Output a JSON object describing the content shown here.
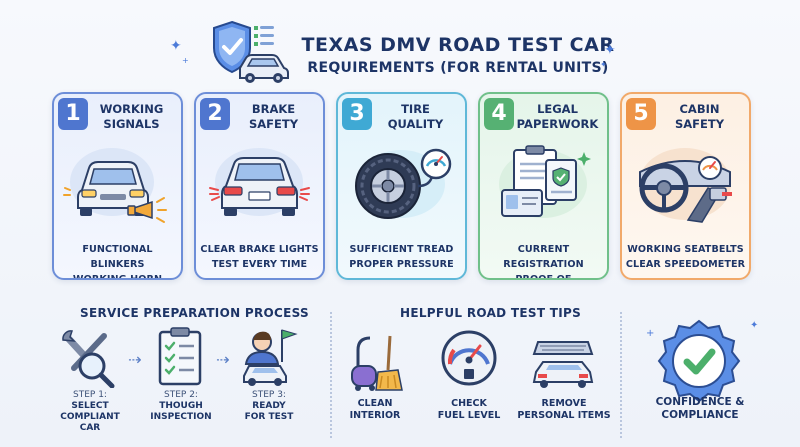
{
  "header": {
    "title_line1": "TEXAS DMV ROAD TEST CAR",
    "title_line2": "REQUIREMENTS (FOR RENTAL UNITS)",
    "logo_icon": "shield-check-car-icon"
  },
  "cards": [
    {
      "number": "1",
      "title": "WORKING SIGNALS",
      "line1": "FUNCTIONAL BLINKERS",
      "line2": "WORKING HORN",
      "icon": "car-front-horn-icon",
      "color": "#4f76cf"
    },
    {
      "number": "2",
      "title": "BRAKE SAFETY",
      "line1": "CLEAR BRAKE LIGHTS",
      "line2": "TEST EVERY TIME",
      "icon": "car-rear-brake-lights-icon",
      "color": "#4f76cf"
    },
    {
      "number": "3",
      "title": "TIRE QUALITY",
      "line1": "SUFFICIENT TREAD",
      "line2": "PROPER PRESSURE",
      "icon": "tire-gauge-icon",
      "color": "#3fa9d4"
    },
    {
      "number": "4",
      "title": "LEGAL PAPERWORK",
      "line1": "CURRENT REGISTRATION",
      "line2": "PROOF OF INSURANCE",
      "icon": "documents-icon",
      "color": "#56b173"
    },
    {
      "number": "5",
      "title": "CABIN SAFETY",
      "line1": "WORKING SEATBELTS",
      "line2": "CLEAR SPEEDOMETER",
      "icon": "dashboard-seatbelt-icon",
      "color": "#ee9447"
    }
  ],
  "process": {
    "title": "SERVICE PREPARATION PROCESS",
    "steps": [
      {
        "pre": "STEP 1:",
        "label1": "SELECT",
        "label2": "COMPLIANT CAR",
        "icon": "wrench-search-icon"
      },
      {
        "pre": "STEP 2:",
        "label1": "THOUGH",
        "label2": "INSPECTION",
        "icon": "clipboard-checklist-icon"
      },
      {
        "pre": "STEP 3:",
        "label1": "READY",
        "label2": "FOR TEST",
        "icon": "driver-flag-icon"
      }
    ]
  },
  "tips": {
    "title": "HELPFUL ROAD TEST TIPS",
    "items": [
      {
        "label1": "CLEAN",
        "label2": "INTERIOR",
        "icon": "vacuum-broom-icon"
      },
      {
        "label1": "CHECK",
        "label2": "FUEL LEVEL",
        "icon": "fuel-gauge-icon"
      },
      {
        "label1": "REMOVE",
        "label2": "PERSONAL ITEMS",
        "icon": "car-trunk-icon"
      }
    ]
  },
  "final": {
    "label1": "CONFIDENCE &",
    "label2": "COMPLIANCE",
    "icon": "check-badge-icon"
  }
}
